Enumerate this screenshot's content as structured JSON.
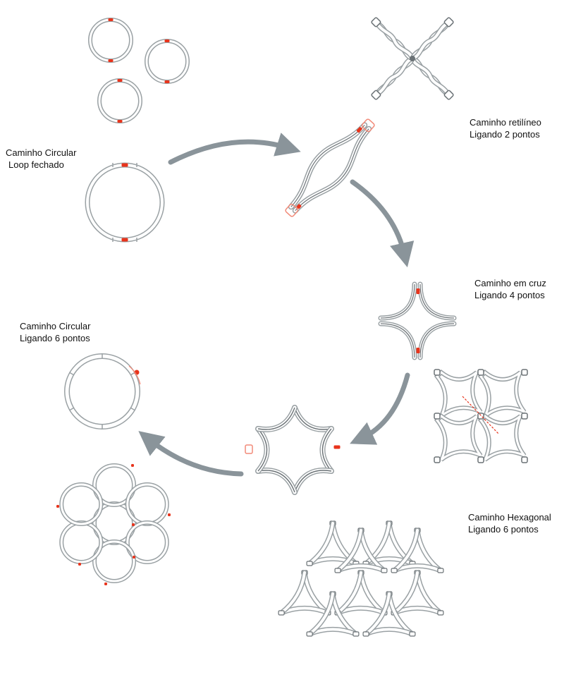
{
  "colors": {
    "track_outer": "#9aa1a4",
    "track_inner": "#ffffff",
    "track_core": "#6b7276",
    "arrow": "#8a949a",
    "marker": "#e8341c",
    "marker_light": "#f28a78"
  },
  "labels": {
    "circular_loop": {
      "line1": "Caminho Circular",
      "line2": "Loop fechado"
    },
    "straight": {
      "line1": "Caminho retilíneo",
      "line2": "Ligando 2 pontos"
    },
    "cross": {
      "line1": "Caminho em cruz",
      "line2": "Ligando 4 pontos"
    },
    "circular_six": {
      "line1": "Caminho Circular",
      "line2": "Ligando 6 pontos"
    },
    "hexagonal": {
      "line1": "Caminho Hexagonal",
      "line2": "Ligando 6 pontos"
    }
  },
  "flow": [
    "circular_loop",
    "straight",
    "cross",
    "hexagonal",
    "circular_six"
  ]
}
